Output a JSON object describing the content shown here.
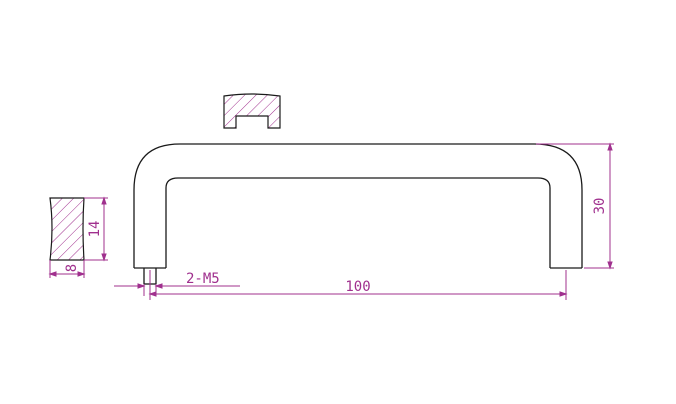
{
  "drawing": {
    "dimensions": {
      "section_width": "8",
      "section_height": "14",
      "thread_note": "2-M5",
      "center_distance": "100",
      "handle_height": "30"
    },
    "colors": {
      "outline": "#1a1a1a",
      "dimension": "#a0308e",
      "hatch": "#a0308e",
      "background": "#ffffff"
    }
  }
}
